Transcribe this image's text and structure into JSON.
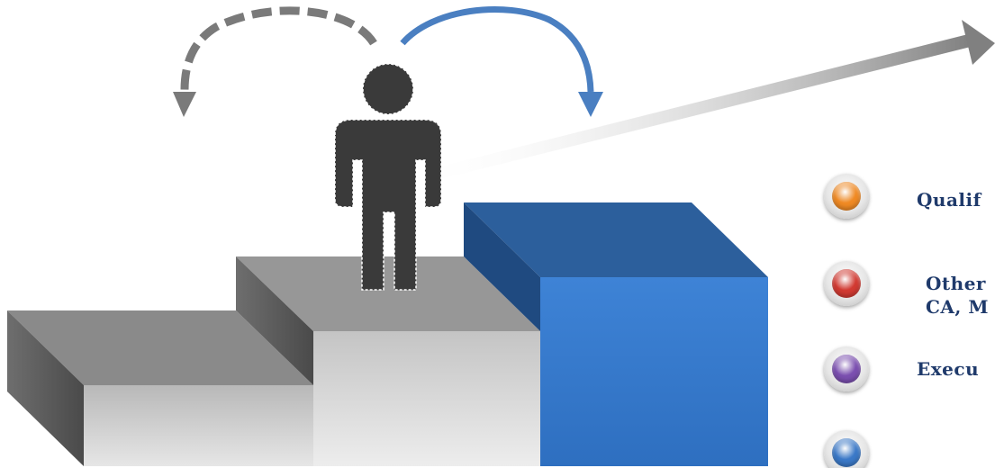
{
  "legend": [
    {
      "label": "Qualif",
      "color": "#f08a24"
    },
    {
      "label": "Other\nCA, M",
      "color": "#d23a32"
    },
    {
      "label": "Execu",
      "color": "#7b4fb0"
    },
    {
      "label": "",
      "color": "#3b79c8"
    }
  ],
  "colors": {
    "step_gray": "#9b9b9b",
    "step_blue": "#3b7fd0",
    "person": "#3a3a3a",
    "arrow_blue": "#4a7fc1",
    "arrow_gray": "#7a7a7a"
  }
}
